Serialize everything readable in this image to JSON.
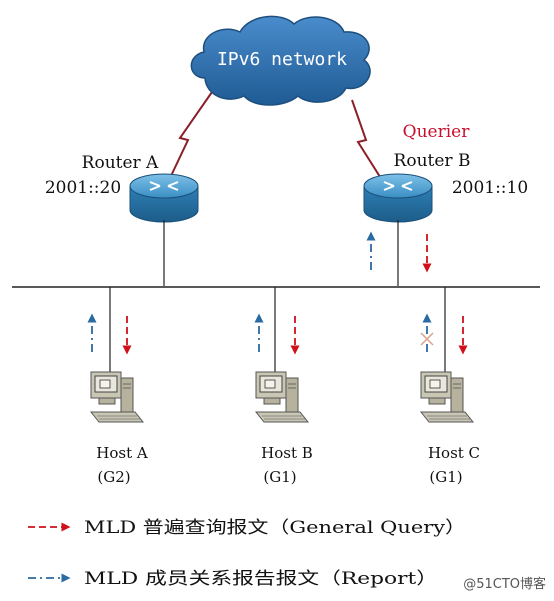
{
  "cloud": {
    "label": "IPv6 network"
  },
  "routers": [
    {
      "id": "a",
      "name": "Router A",
      "address": "2001::20",
      "role": ""
    },
    {
      "id": "b",
      "name": "Router B",
      "address": "2001::10",
      "role": "Querier"
    }
  ],
  "hosts": [
    {
      "id": "a",
      "name": "Host A",
      "group": "(G2)",
      "report_blocked": false
    },
    {
      "id": "b",
      "name": "Host B",
      "group": "(G1)",
      "report_blocked": false
    },
    {
      "id": "c",
      "name": "Host C",
      "group": "(G1)",
      "report_blocked": true
    }
  ],
  "legend": {
    "general_query": "MLD 普遍查询报文（General Query）",
    "report": "MLD 成员关系报告报文（Report）"
  },
  "watermark": "@51CTO博客",
  "colors": {
    "cloud_fill": "#2f6fa8",
    "cloud_stroke": "#1d4f7e",
    "router_body": "#3a8fc4",
    "wan_link": "#8b1f2a",
    "querier_text": "#c8102e",
    "query_arrow": "#d0101a",
    "report_arrow": "#2b6aa3"
  }
}
